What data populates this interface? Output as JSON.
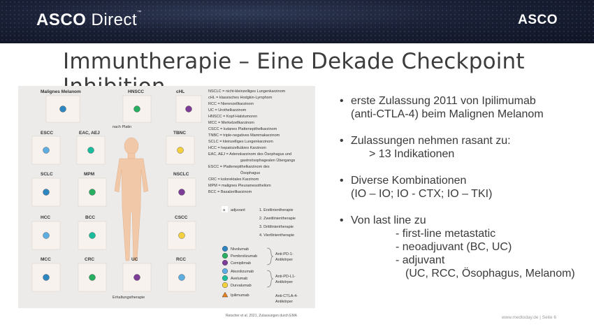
{
  "header": {
    "brand_bold": "ASCO",
    "brand_light": "Direct",
    "brand_tm": "™",
    "right_logo": "ASCO"
  },
  "title": "Immuntherapie – Eine Dekade Checkpoint Inhibition",
  "figure": {
    "panels": [
      {
        "label": "Malignes Melanom"
      },
      {
        "label": "HNSCC"
      },
      {
        "label": "cHL"
      },
      {
        "label": "ESCC"
      },
      {
        "label": "EAC, AEJ"
      },
      {
        "label": "TBNC"
      },
      {
        "label": "SCLC"
      },
      {
        "label": "MPM"
      },
      {
        "label": "NSCLC"
      },
      {
        "label": "HCC"
      },
      {
        "label": "BCC"
      },
      {
        "label": "CSCC"
      },
      {
        "label": "MCC"
      },
      {
        "label": "CRC"
      },
      {
        "label": "UC"
      },
      {
        "label": "RCC"
      }
    ],
    "after_platinum": "nach Platin",
    "maintenance": "Erhaltungstherapie",
    "abbreviations": [
      "NSCLC = nicht-kleinzelliges Lungenkarzinom",
      "cHL = klassisches Hodgkin-Lymphom",
      "RCC = Nierenzellkarzinom",
      "UC = Urothelkarzinom",
      "HNSCC = Kopf-Halstumoren",
      "MCC = Merkelzellkarzinom",
      "CSCC = kutanes Plattenepithelkarzinom",
      "TNBC = triple-negatives Mammakarzinom",
      "SCLC = kleinzelliges Lungenkarzinom",
      "HCC = hepatozelluläres Karzinom",
      "EAC, AEJ = Adenokarzinom des Ösophagus und",
      "gastroösophagealen Übergangs",
      "ESCC = Plattenepithelkarzinom des",
      "Ösophagus",
      "CRC = kolorektales Karzinom",
      "MPM = malignes Pleuramesotheliom",
      "BCC = Basalzellkarzinom"
    ],
    "legend_lines": {
      "a": "a",
      "adjuvant": "adjuvant",
      "l1": "1.  Erstlinientherapie",
      "l2": "2.  Zweitlinientherapie",
      "l3": "3.  Drittlinientherapie",
      "l4": "4.  Viertlinientherapie"
    },
    "drugs": [
      {
        "name": "Nivolumab",
        "color": "#2e86c1",
        "shape": "circle"
      },
      {
        "name": "Pembrolizumab",
        "color": "#27ae60",
        "shape": "circle"
      },
      {
        "name": "Cemiplimab",
        "color": "#7d3c98",
        "shape": "circle"
      },
      {
        "name": "Atezolizumab",
        "color": "#5dade2",
        "shape": "circle"
      },
      {
        "name": "Avelumab",
        "color": "#1abc9c",
        "shape": "circle"
      },
      {
        "name": "Durvalumab",
        "color": "#f4d03f",
        "shape": "circle"
      },
      {
        "name": "Ipilimumab",
        "color": "#e67e22",
        "shape": "triangle"
      }
    ],
    "groups": {
      "pd1": "Anti-PD-1-",
      "pd1b": "Antikörper",
      "pdl1": "Anti-PD-L1-",
      "pdl1b": "Antikörper",
      "ctla4": "Anti-CTLA-4-",
      "ctla4b": "Antikörper"
    }
  },
  "caption": "Reischer et al. 2021, Zulassungen durch EMA",
  "bullets": {
    "b1_line1": "erste Zulassung 2011 von Ipilimumab",
    "b1_line2": "(anti-CTLA-4) beim Malignen Melanom",
    "b2_line1": "Zulassungen nehmen rasant zu:",
    "b2_line2": "> 13 Indikationen",
    "b3_line1": "Diverse Kombinationen",
    "b3_line2": "(IO – IO; IO - CTX; IO – TKI)",
    "b4_line1": "Von last line zu",
    "b4_sub1": "- first-line metastatic",
    "b4_sub2": "- neoadjuvant (BC, UC)",
    "b4_sub3": "- adjuvant",
    "b4_sub4": "(UC, RCC, Ösophagus, Melanom)"
  },
  "footer": "www.medtoday.de  |  Seite 6"
}
